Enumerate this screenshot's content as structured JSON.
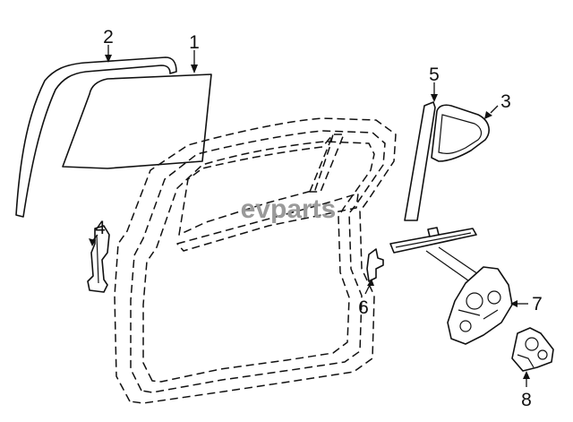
{
  "diagram": {
    "watermark": "evparts",
    "callouts": [
      {
        "id": "glass",
        "label": "1"
      },
      {
        "id": "run-channel",
        "label": "2"
      },
      {
        "id": "quarter-glass",
        "label": "3"
      },
      {
        "id": "guide-rail",
        "label": "4"
      },
      {
        "id": "division-bar",
        "label": "5"
      },
      {
        "id": "bracket",
        "label": "6"
      },
      {
        "id": "window-regulator",
        "label": "7"
      },
      {
        "id": "regulator-motor",
        "label": "8"
      }
    ]
  }
}
